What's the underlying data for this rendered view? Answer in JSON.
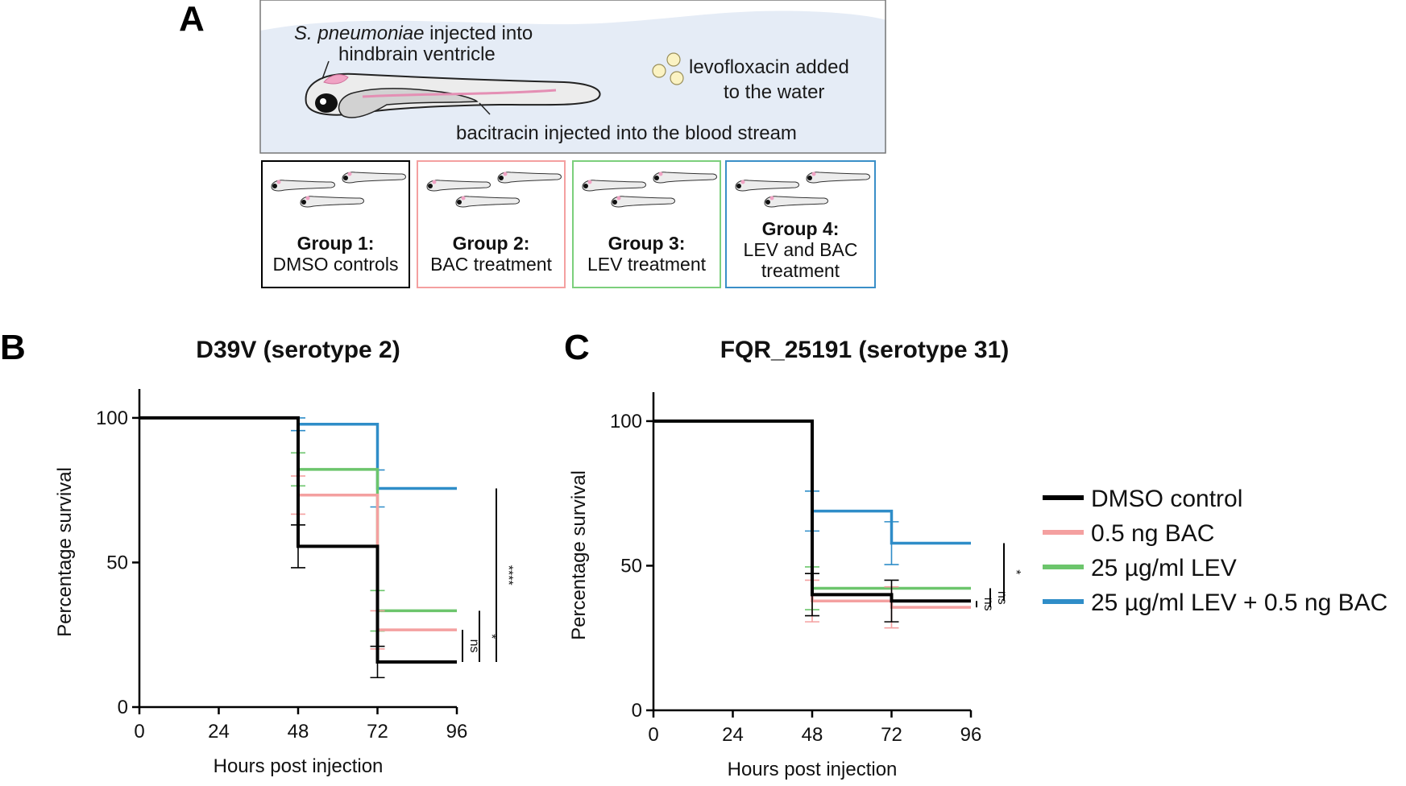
{
  "panels": {
    "a": "A",
    "b": "B",
    "c": "C"
  },
  "schematic": {
    "injection_species": "S. pneumoniae",
    "injection_rest": " injected into",
    "injection_line2": "hindbrain ventricle",
    "lev_line1": "levofloxacin added",
    "lev_line2": "to the water",
    "bac_text": "bacitracin injected into the blood stream",
    "groups": [
      {
        "title": "Group 1:",
        "lines": [
          "DMSO controls"
        ],
        "color": "#000000"
      },
      {
        "title": "Group 2:",
        "lines": [
          "BAC treatment"
        ],
        "color": "#f4a0a0"
      },
      {
        "title": "Group 3:",
        "lines": [
          "LEV treatment"
        ],
        "color": "#7ccf7c"
      },
      {
        "title": "Group 4:",
        "lines": [
          "LEV and BAC",
          "treatment"
        ],
        "color": "#3a8fc8"
      }
    ]
  },
  "legend": {
    "items": [
      {
        "label": "DMSO control",
        "color": "#000000"
      },
      {
        "label": "0.5 ng BAC",
        "color": "#f4a0a0"
      },
      {
        "label": "25 µg/ml LEV",
        "color": "#6cc56c"
      },
      {
        "label": "25 µg/ml LEV + 0.5 ng BAC",
        "color": "#2f8dc8"
      }
    ]
  },
  "chart_data": [
    {
      "type": "line",
      "title": "D39V (serotype 2)",
      "xlabel": "Hours post injection",
      "ylabel": "Percentage survival",
      "xlim": [
        0,
        96
      ],
      "ylim": [
        0,
        110
      ],
      "xticks": [
        0,
        24,
        48,
        72,
        96
      ],
      "yticks": [
        0,
        50,
        100
      ],
      "series": [
        {
          "name": "DMSO control",
          "color": "#000000",
          "x": [
            0,
            48,
            72,
            96
          ],
          "y": [
            100,
            55.6,
            15.6,
            15.6
          ],
          "err": [
            0,
            7.4,
            5.4,
            0
          ]
        },
        {
          "name": "0.5 ng BAC",
          "color": "#f4a0a0",
          "x": [
            0,
            48,
            72,
            96
          ],
          "y": [
            100,
            73.3,
            26.7,
            26.7
          ],
          "err": [
            0,
            6.6,
            6.6,
            0
          ]
        },
        {
          "name": "25 µg/ml LEV",
          "color": "#6cc56c",
          "x": [
            0,
            48,
            72,
            96
          ],
          "y": [
            100,
            82.2,
            33.3,
            33.3
          ],
          "err": [
            0,
            5.7,
            7.0,
            0
          ]
        },
        {
          "name": "25 µg/ml LEV + 0.5 ng BAC",
          "color": "#2f8dc8",
          "x": [
            0,
            48,
            72,
            96
          ],
          "y": [
            100,
            97.8,
            75.6,
            75.6
          ],
          "err": [
            0,
            2.2,
            6.4,
            0
          ]
        }
      ],
      "significance": [
        {
          "label": "ns",
          "from": 15.6,
          "to": 26.7
        },
        {
          "label": "*",
          "from": 15.6,
          "to": 33.3
        },
        {
          "label": "****",
          "from": 15.6,
          "to": 75.6
        }
      ]
    },
    {
      "type": "line",
      "title": "FQR_25191 (serotype 31)",
      "xlabel": "Hours post injection",
      "ylabel": "Percentage survival",
      "xlim": [
        0,
        96
      ],
      "ylim": [
        0,
        110
      ],
      "xticks": [
        0,
        24,
        48,
        72,
        96
      ],
      "yticks": [
        0,
        50,
        100
      ],
      "series": [
        {
          "name": "DMSO control",
          "color": "#000000",
          "x": [
            0,
            48,
            72,
            96
          ],
          "y": [
            100,
            40,
            37.8,
            37.8
          ],
          "err": [
            0,
            7.3,
            7.2,
            0
          ]
        },
        {
          "name": "0.5 ng BAC",
          "color": "#f4a0a0",
          "x": [
            0,
            48,
            72,
            96
          ],
          "y": [
            100,
            37.8,
            35.6,
            35.6
          ],
          "err": [
            0,
            7.2,
            7.1,
            0
          ]
        },
        {
          "name": "25 µg/ml LEV",
          "color": "#6cc56c",
          "x": [
            0,
            48,
            72,
            96
          ],
          "y": [
            100,
            42.2,
            42.2,
            42.2
          ],
          "err": [
            0,
            7.4,
            0,
            0
          ]
        },
        {
          "name": "25 µg/ml LEV + 0.5 ng BAC",
          "color": "#2f8dc8",
          "x": [
            0,
            48,
            72,
            96
          ],
          "y": [
            100,
            68.9,
            57.8,
            57.8
          ],
          "err": [
            0,
            6.9,
            7.4,
            0
          ]
        }
      ],
      "significance": [
        {
          "label": "ns",
          "from": 35.6,
          "to": 37.8
        },
        {
          "label": "ns",
          "from": 35.6,
          "to": 42.2
        },
        {
          "label": "*",
          "from": 37.8,
          "to": 57.8
        }
      ]
    }
  ]
}
